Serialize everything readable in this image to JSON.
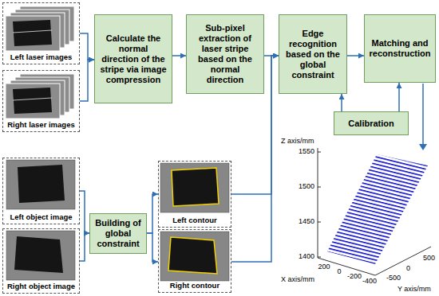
{
  "diagram": {
    "nodes": [
      {
        "text": [
          "Left laser images"
        ]
      },
      {
        "text": [
          "Right laser images"
        ]
      },
      {
        "text": [
          "Calculate the normal direction of the stripe via image compression"
        ]
      },
      {
        "text": [
          "Sub-pixel extraction of laser stripe based on the normal direction"
        ]
      },
      {
        "text": [
          "Edge recognition based on the global constraint"
        ]
      },
      {
        "text": [
          "Matching and reconstruction"
        ]
      },
      {
        "text": [
          "Calibration"
        ]
      },
      {
        "text": [
          "Left object image"
        ]
      },
      {
        "text": [
          "Right object image"
        ]
      },
      {
        "text": [
          "Building of global constraint"
        ]
      },
      {
        "text": [
          "Left contour"
        ]
      },
      {
        "text": [
          "Right contour"
        ]
      }
    ],
    "edges": [
      {
        "from": 0,
        "to": 2,
        "arrow": "to"
      },
      {
        "from": 1,
        "to": 2,
        "arrow": "to"
      },
      {
        "from": 2,
        "to": 3,
        "arrow": "to"
      },
      {
        "from": 3,
        "to": 4,
        "arrow": "to"
      },
      {
        "from": 4,
        "to": 5,
        "arrow": "to"
      },
      {
        "from": 6,
        "to": 4,
        "arrow": "to"
      },
      {
        "from": 6,
        "to": 5,
        "arrow": "to"
      },
      {
        "from": 7,
        "to": 9,
        "arrow": "to"
      },
      {
        "from": 8,
        "to": 9,
        "arrow": "to"
      },
      {
        "from": 9,
        "to": 10,
        "arrow": "to"
      },
      {
        "from": 9,
        "to": 11,
        "arrow": "to"
      },
      {
        "from": 10,
        "to": 4,
        "arrow": "to"
      },
      {
        "from": 11,
        "to": 4,
        "arrow": "to"
      }
    ],
    "labels": [
      "Z axis/mm",
      "1550",
      "1500",
      "1450",
      "1400",
      "X axis/mm",
      "200",
      "0",
      "-200",
      "-400",
      "Y axis/mm",
      "-500",
      "0",
      "500"
    ]
  }
}
